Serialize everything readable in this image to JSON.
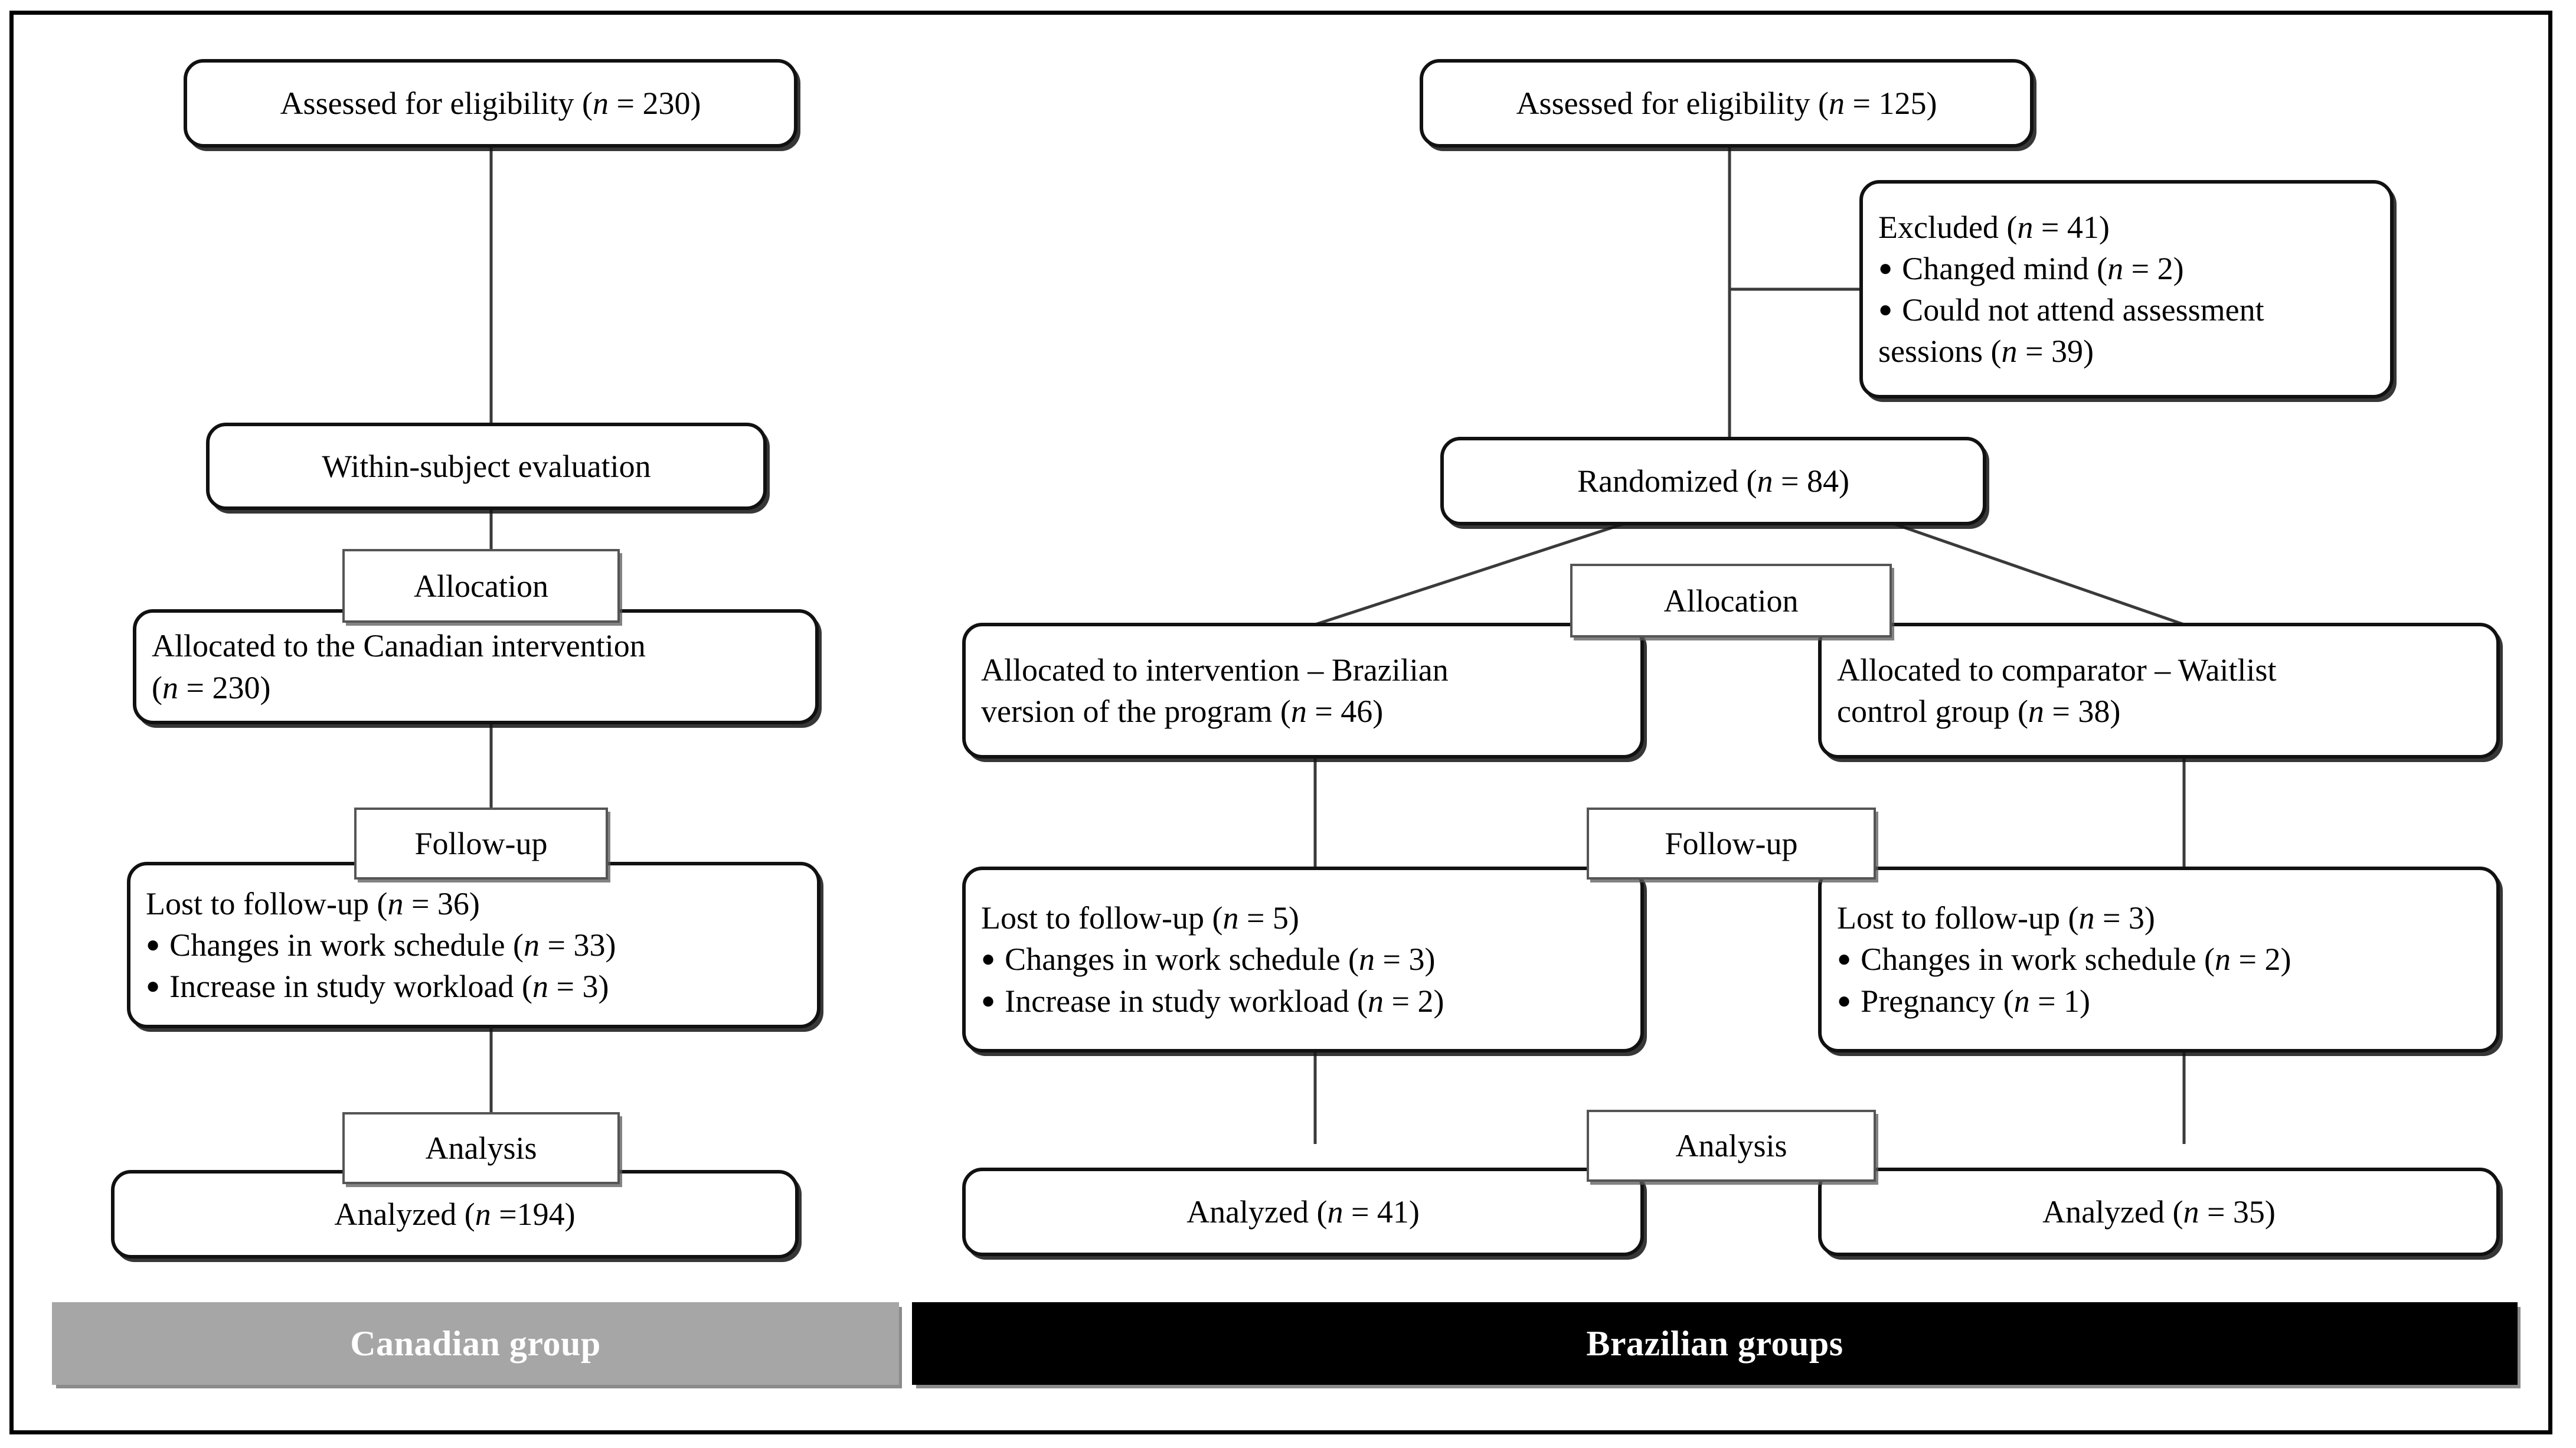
{
  "figure": {
    "type": "consort-flow-diagram",
    "columns": [
      "Canadian group",
      "Brazilian groups"
    ]
  },
  "stage_labels": {
    "allocation": "Allocation",
    "follow_up": "Follow-up",
    "analysis": "Analysis"
  },
  "canadian": {
    "assessed": "Assessed for eligibility (n = 230)",
    "within_subject": "Within-subject evaluation",
    "allocation_tag": "Allocation",
    "allocated_line1": "Allocated to the Canadian intervention",
    "allocated_line2": "(n = 230)",
    "followup_tag": "Follow-up",
    "lost_header": "Lost to follow-up (n = 36)",
    "lost_items": [
      "Changes in work schedule (n = 33)",
      "Increase in study workload (n = 3)"
    ],
    "analysis_tag": "Analysis",
    "analyzed": "Analyzed (n =194)",
    "banner": "Canadian group",
    "banner_color": "#a6a6a6"
  },
  "brazilian": {
    "assessed": "Assessed for eligibility (n = 125)",
    "excluded_header": "Excluded (n = 41)",
    "excluded_items": [
      "Changed mind (n = 2)",
      "Could not attend assessment"
    ],
    "excluded_wrap": "sessions (n = 39)",
    "randomized": "Randomized (n = 84)",
    "allocation_tag": "Allocation",
    "followup_tag": "Follow-up",
    "analysis_tag": "Analysis",
    "banner": "Brazilian groups",
    "banner_color": "#000000",
    "arms": [
      {
        "allocated_line1": "Allocated to intervention – Brazilian",
        "allocated_line2": "version of the program (n = 46)",
        "lost_header": "Lost to follow-up (n = 5)",
        "lost_items": [
          "Changes in work schedule (n = 3)",
          "Increase in study workload (n = 2)"
        ],
        "analyzed": "Analyzed (n = 41)"
      },
      {
        "allocated_line1": "Allocated to comparator – Waitlist",
        "allocated_line2": "control group (n = 38)",
        "lost_header": "Lost to follow-up (n = 3)",
        "lost_items": [
          "Changes in work schedule (n = 2)",
          "Pregnancy (n = 1)"
        ],
        "analyzed": "Analyzed (n = 35)"
      }
    ]
  },
  "counts": {
    "canadian_assessed": 230,
    "canadian_allocated": 230,
    "canadian_lost": 36,
    "canadian_lost_schedule": 33,
    "canadian_lost_workload": 3,
    "canadian_analyzed": 194,
    "brazil_assessed": 125,
    "brazil_excluded": 41,
    "brazil_excluded_changed_mind": 2,
    "brazil_excluded_sessions": 39,
    "brazil_randomized": 84,
    "brazil_int_allocated": 46,
    "brazil_ctl_allocated": 38,
    "brazil_int_lost": 5,
    "brazil_ctl_lost": 3,
    "brazil_int_analyzed": 41,
    "brazil_ctl_analyzed": 35
  }
}
